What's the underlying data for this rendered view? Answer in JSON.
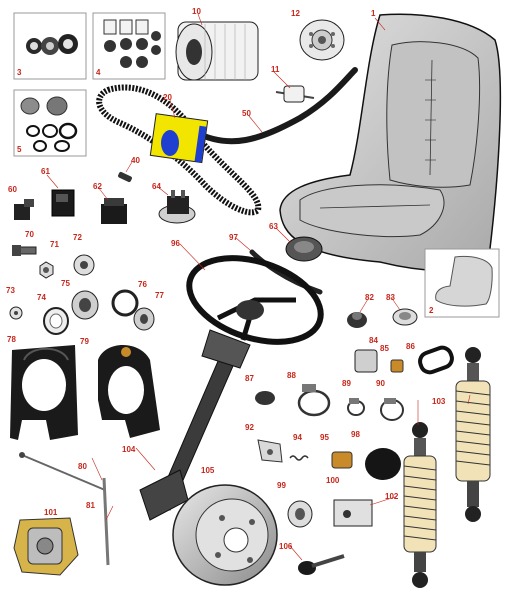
{
  "diagram": {
    "part_labels": {
      "p1": "1",
      "p2": "2",
      "p3": "3",
      "p4": "4",
      "p5": "5",
      "p10": "10",
      "p11": "11",
      "p12": "12",
      "p20": "20",
      "p40": "40",
      "p50": "50",
      "p60": "60",
      "p61": "61",
      "p62": "62",
      "p63": "63",
      "p64": "64",
      "p70": "70",
      "p71": "71",
      "p72": "72",
      "p73": "73",
      "p74": "74",
      "p75": "75",
      "p76": "76",
      "p77": "77",
      "p78": "78",
      "p79": "79",
      "p80": "80",
      "p81": "81",
      "p82": "82",
      "p83": "83",
      "p84": "84",
      "p85": "85",
      "p86": "86",
      "p87": "87",
      "p88": "88",
      "p89": "89",
      "p90": "90",
      "p92": "92",
      "p94": "94",
      "p95": "95",
      "p96": "96",
      "p97": "97",
      "p98": "98",
      "p99": "99",
      "p100": "100",
      "p101": "101",
      "p102": "102",
      "p103": "103",
      "p104": "104",
      "p105": "105",
      "p106": "106"
    },
    "colors": {
      "callout": "#c8261b",
      "line": "#1a1a1a",
      "seat": "#cfcfcf",
      "belt_tag": "#f2e600",
      "belt_tag_dot": "#1f3fd0",
      "brass": "#c98a2a",
      "spring": "#f1e2b8"
    }
  }
}
